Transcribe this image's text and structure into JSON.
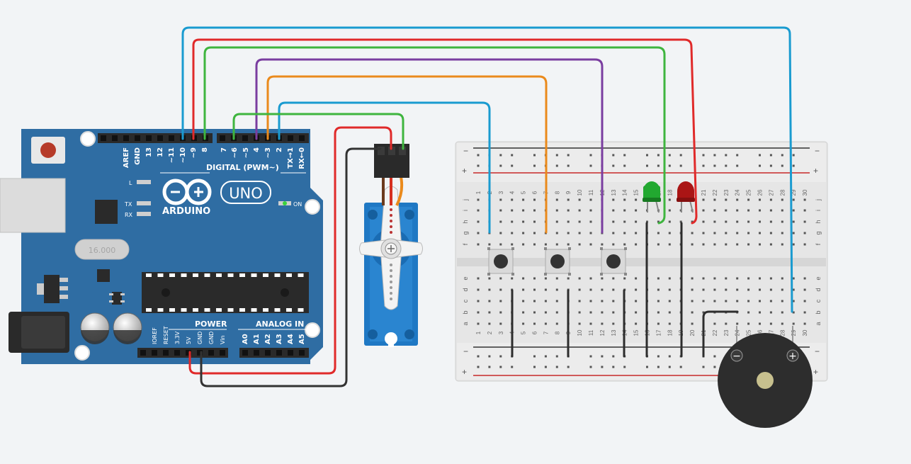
{
  "colors": {
    "background": "#f2f4f6",
    "arduino_board": "#2f6da3",
    "breadboard": "#e8e8e8",
    "wire_blue": "#1a9bd0",
    "wire_red": "#e02a2a",
    "wire_green": "#3fb53f",
    "wire_purple": "#7a3da0",
    "wire_orange": "#ea8a1c",
    "wire_black": "#333333",
    "led_green": "#1e9a2a",
    "led_red": "#aa1515",
    "servo_body": "#1f78c4",
    "buzzer_body": "#2d2d2d"
  },
  "arduino": {
    "brand": "ARDUINO",
    "model": "UNO",
    "digital_header_label": "DIGITAL (PWM~)",
    "power_label": "POWER",
    "analog_label": "ANALOG IN",
    "led_l": "L",
    "led_tx": "TX",
    "led_rx": "RX",
    "on_label": "ON",
    "crystal": "16.000",
    "digital_pins": [
      "AREF",
      "GND",
      "13",
      "12",
      "~11",
      "~10",
      "~9",
      "8",
      "7",
      "~6",
      "~5",
      "4",
      "~3",
      "2",
      "TX→1",
      "RX←0"
    ],
    "power_pins": [
      "IOREF",
      "RESET",
      "3.3V",
      "5V",
      "GND",
      "GND",
      "Vin"
    ],
    "analog_pins": [
      "A0",
      "A1",
      "A2",
      "A3",
      "A4",
      "A5"
    ]
  },
  "breadboard": {
    "top_rows": [
      "j",
      "i",
      "h",
      "g",
      "f"
    ],
    "bottom_rows": [
      "e",
      "d",
      "c",
      "b",
      "a"
    ],
    "rail_minus": "−",
    "rail_plus": "+",
    "column_numbers": [
      "1",
      "2",
      "3",
      "4",
      "5",
      "6",
      "7",
      "8",
      "9",
      "10",
      "11",
      "12",
      "13",
      "14",
      "15",
      "16",
      "17",
      "18",
      "19",
      "20",
      "21",
      "22",
      "23",
      "24",
      "25",
      "26",
      "27",
      "28",
      "29",
      "30"
    ]
  },
  "buzzer": {
    "minus_label": "−",
    "plus_label": "+"
  },
  "components": [
    {
      "name": "push-button",
      "count": 3
    },
    {
      "name": "led-green"
    },
    {
      "name": "led-red"
    },
    {
      "name": "servo-motor"
    },
    {
      "name": "piezo-buzzer"
    }
  ]
}
